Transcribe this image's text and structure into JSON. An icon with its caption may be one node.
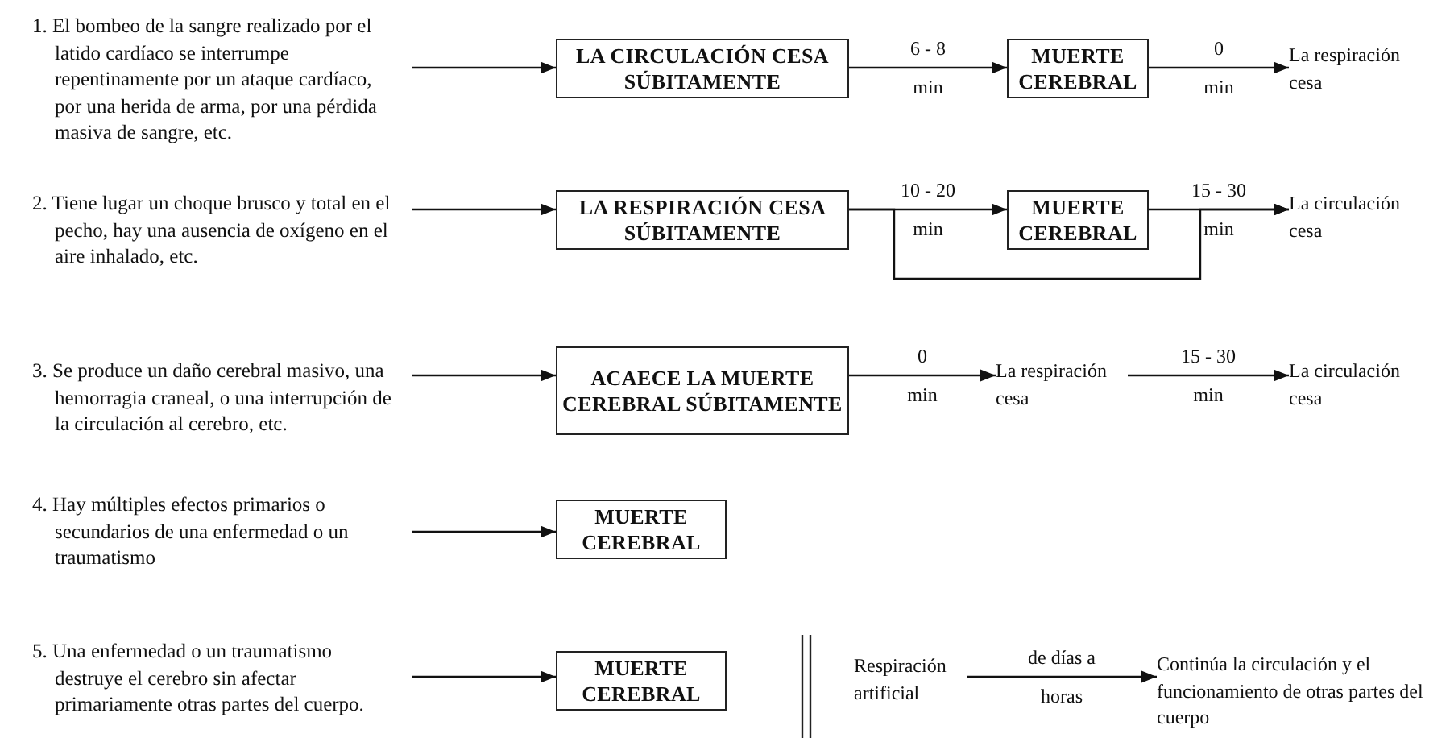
{
  "diagram": {
    "nodes": [
      {
        "text": [
          "1. El bombeo de la sangre realizado por el latido cardíaco se interrumpe repentinamente por un ataque cardíaco, por una herida de arma, por una pérdida masiva de sangre, etc."
        ]
      },
      {
        "text": [
          "LA CIRCULACIÓN CESA SÚBITAMENTE"
        ]
      },
      {
        "text": [
          "MUERTE CEREBRAL"
        ]
      },
      {
        "text": [
          "La respiración cesa"
        ]
      },
      {
        "text": [
          "2. Tiene lugar un choque brusco y total en el pecho, hay una ausencia de oxígeno en el aire inhalado, etc."
        ]
      },
      {
        "text": [
          "LA RESPIRACIÓN CESA SÚBITAMENTE"
        ]
      },
      {
        "text": [
          "MUERTE CEREBRAL"
        ]
      },
      {
        "text": [
          "La circulación cesa"
        ]
      },
      {
        "text": [
          "3. Se produce un daño cerebral masivo, una hemorragia craneal, o una interrupción de la circulación al cerebro, etc."
        ]
      },
      {
        "text": [
          "ACAECE LA MUERTE CEREBRAL SÚBITAMENTE"
        ]
      },
      {
        "text": [
          "La respiración cesa"
        ]
      },
      {
        "text": [
          "La circulación cesa"
        ]
      },
      {
        "text": [
          "4. Hay múltiples efectos primarios o secundarios de una enfermedad o un traumatismo"
        ]
      },
      {
        "text": [
          "MUERTE CEREBRAL"
        ]
      },
      {
        "text": [
          "5. Una enfermedad o un traumatismo destruye el cerebro sin afectar primariamente otras partes del cuerpo."
        ]
      },
      {
        "text": [
          "MUERTE CEREBRAL"
        ]
      },
      {
        "text": [
          "Respiración artificial"
        ]
      },
      {
        "text": [
          "Continúa la circulación y el funcionamiento de otras partes del cuerpo"
        ]
      }
    ],
    "edges": [
      {
        "from": 0,
        "to": 1,
        "arrow": "to"
      },
      {
        "from": 1,
        "to": 2,
        "arrow": "to",
        "label": "6 - 8 min"
      },
      {
        "from": 2,
        "to": 3,
        "arrow": "to",
        "label": "0 min"
      },
      {
        "from": 4,
        "to": 5,
        "arrow": "to"
      },
      {
        "from": 5,
        "to": 6,
        "arrow": "to",
        "label": "10 - 20 min"
      },
      {
        "from": 6,
        "to": 7,
        "arrow": "to",
        "label": "15 - 30 min"
      },
      {
        "from": 5,
        "to": 7,
        "arrow": "to"
      },
      {
        "from": 8,
        "to": 9,
        "arrow": "to"
      },
      {
        "from": 9,
        "to": 10,
        "arrow": "to",
        "label": "0 min"
      },
      {
        "from": 10,
        "to": 11,
        "arrow": "to",
        "label": "15 - 30 min"
      },
      {
        "from": 12,
        "to": 13,
        "arrow": "to"
      },
      {
        "from": 14,
        "to": 15,
        "arrow": "to"
      },
      {
        "from": 16,
        "to": 17,
        "arrow": "to",
        "label": "de días a horas"
      }
    ]
  }
}
